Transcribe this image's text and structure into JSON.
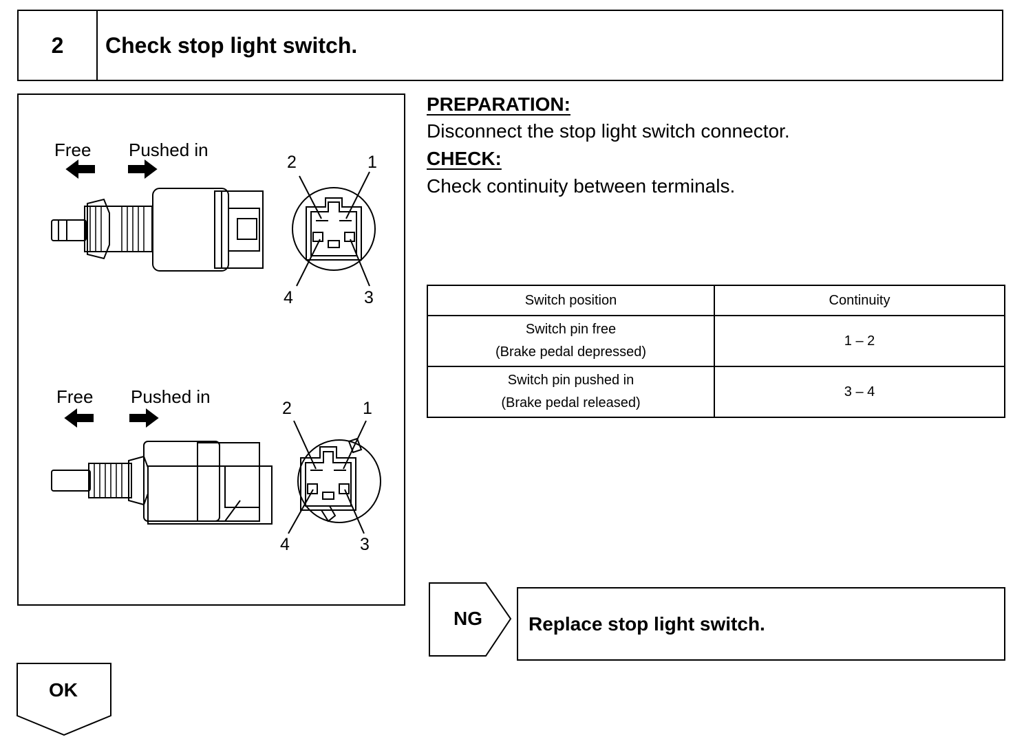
{
  "step": {
    "number": "2",
    "title": "Check stop light switch."
  },
  "figure": {
    "top": {
      "free_label": "Free",
      "pushed_label": "Pushed in",
      "terminals": {
        "t1": "1",
        "t2": "2",
        "t3": "3",
        "t4": "4"
      }
    },
    "bottom": {
      "free_label": "Free",
      "pushed_label": "Pushed in",
      "terminals": {
        "t1": "1",
        "t2": "2",
        "t3": "3",
        "t4": "4"
      }
    }
  },
  "instructions": {
    "preparation_heading": "PREPARATION:",
    "preparation_text": "Disconnect the stop light switch connector.",
    "check_heading": "CHECK:",
    "check_text": "Check continuity between terminals."
  },
  "table": {
    "headers": [
      "Switch position",
      "Continuity"
    ],
    "rows": [
      {
        "position_line1": "Switch pin free",
        "position_line2": "(Brake pedal depressed)",
        "continuity": "1 – 2"
      },
      {
        "position_line1": "Switch pin pushed in",
        "position_line2": "(Brake pedal released)",
        "continuity": "3 – 4"
      }
    ]
  },
  "result_ng": {
    "label": "NG",
    "action": "Replace stop light switch."
  },
  "result_ok": {
    "label": "OK"
  }
}
